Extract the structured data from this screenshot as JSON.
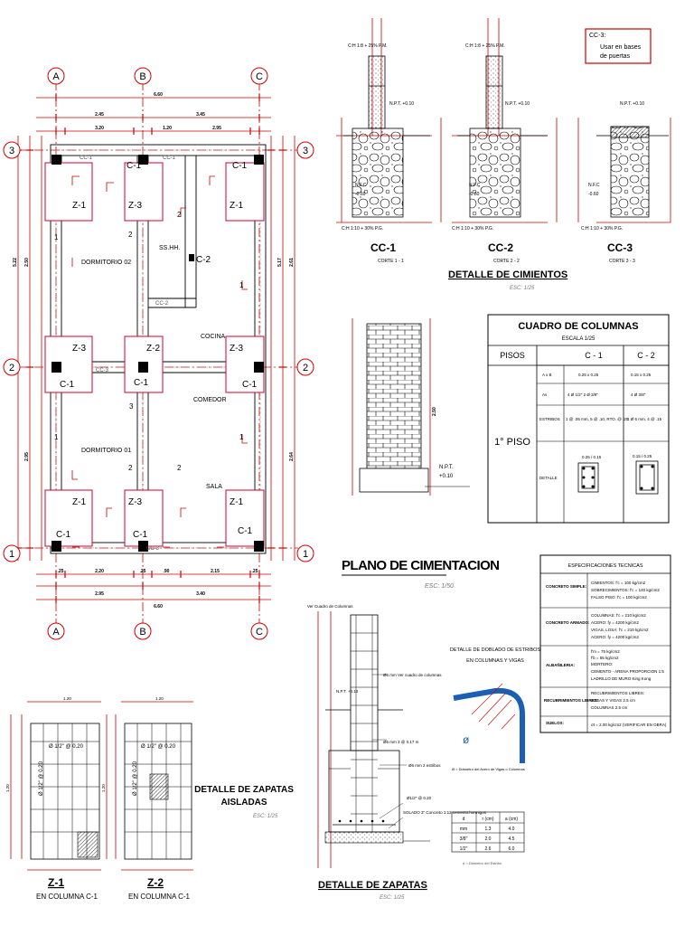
{
  "plan": {
    "title": "PLANO DE CIMENTACION",
    "scale": "ESC: 1/50",
    "axes_letters": [
      "A",
      "B",
      "C"
    ],
    "axes_numbers": [
      "3",
      "2",
      "1"
    ],
    "top_dims": {
      "total": "6.60",
      "left": "2.45",
      "right": "3.45",
      "sub": [
        "3.20",
        "1.20",
        "2.95"
      ]
    },
    "bottom_dims": {
      "sub": [
        ".25",
        "2.20",
        ".25",
        ".90",
        "2.15",
        ".25"
      ],
      "mid": [
        "2.95",
        "3.40"
      ],
      "total": "6.60"
    },
    "side_dims": {
      "left": [
        "5.22",
        "2.50",
        "2.95"
      ],
      "right": [
        "5.17",
        "2.61",
        "2.64"
      ]
    },
    "rooms": [
      "DORMITORIO 02",
      "SS.HH.",
      "COCINA",
      "COMEDOR",
      "DORMITORIO 01",
      "SALA"
    ],
    "footings": [
      "Z-1",
      "Z-3",
      "Z-1",
      "Z-3",
      "Z-2",
      "Z-3",
      "Z-1",
      "Z-3",
      "Z-1"
    ],
    "columns": [
      "C-1",
      "C-1",
      "C-1",
      "C-1",
      "C-1",
      "C-1",
      "C-1",
      "C-1",
      "C-2"
    ],
    "foundations": [
      "CC-1",
      "CC-1",
      "CC-2",
      "CC-3",
      "CC-3"
    ],
    "marks": [
      "1",
      "2",
      "3"
    ]
  },
  "cimientos": {
    "title": "DETALLE DE CIMIENTOS",
    "scale": "ESC: 1/25",
    "note_title": "CC-3:",
    "note_lines": [
      "Usar en bases",
      "de puertas"
    ],
    "sections": [
      {
        "name": "CC-1",
        "cut": "CORTE 1 - 1",
        "npt": "N.P.T. +0.10",
        "nfc": "N.F.C",
        "nfc_val": "-0.60",
        "mix_top": "C:H 1:8 + 25% P.M.",
        "mix_bot": "C:H 1:10 + 30% P.G."
      },
      {
        "name": "CC-2",
        "cut": "CORTE 2 - 2",
        "npt": "N.P.T. +0.10",
        "nfc": "N.F.C",
        "nfc_val": "-0.60",
        "mix_top": "C:H 1:8 + 25% P.M.",
        "mix_bot": "C:H 1:10 + 30% P.G."
      },
      {
        "name": "CC-3",
        "cut": "CORTE 3 - 3",
        "npt": "N.P.T. +0.10",
        "nfc": "N.F.C",
        "nfc_val": "-0.60",
        "mix_bot": "C:H 1:10 + 30% P.G."
      }
    ]
  },
  "muro": {
    "npt": "N.P.T.",
    "npt_val": "+0.10",
    "dim": "2.50"
  },
  "columnas": {
    "title": "CUADRO DE COLUMNAS",
    "scale": "ESCALA 1/25",
    "headers": [
      "PISOS",
      "C - 1",
      "C - 2"
    ],
    "piso": "1° PISO",
    "rows": [
      {
        "label": "A x B",
        "c1": "0.25 x 0.25",
        "c2": "0.15 x 0.25"
      },
      {
        "label": "As",
        "c1": "4 Ø 1/2\" 2 Ø 3/8\"",
        "c2": "4 Ø 3/8\""
      },
      {
        "label": "ESTRIBOS",
        "c1": "1 @ .05 mm, 5 @ .10, RTO. @ .20",
        "c2": "1 Ø 6 mm, 4 @ .15"
      },
      {
        "label": "DETALLE",
        "c1": "0.25 / 0.15",
        "c2": "0.15 / 0.25"
      }
    ]
  },
  "especificaciones": {
    "title": "ESPECIFICACIONES TECNICAS",
    "rows": [
      {
        "label": "CONCRETO SIMPLE:",
        "values": [
          "CIMIENTOS: f'c = 100 kg/cm2",
          "SOBRECIMIENTOS: f'c = 140 kg/cm2",
          "FALSO PISO: f'c = 100 kg/cm2"
        ]
      },
      {
        "label": "CONCRETO ARMADO:",
        "values": [
          "COLUMNAS: f'c = 210 kg/cm2",
          "ACERO: fy = 4200 kg/cm2",
          "VIGAS, LOSA: f'c = 210 kg/cm2",
          "ACERO: fy = 4200 kg/cm2"
        ]
      },
      {
        "label": "ALBAÑILERIA:",
        "values": [
          "f'm = 75 kg/cm2",
          "f'b = 55 kg/cm2",
          "MORTERO:",
          "CEMENTO - ARENA PROPORCION 1:5",
          "LADRILLO DE MURO King Kong"
        ]
      },
      {
        "label": "RECUBRIMIENTOS LIBRES:",
        "values": [
          "RECUBRIMIENTOS LIBRES:",
          "LOSAS Y VIGAS 2.5 cm",
          "COLUMNAS 2.5 cm"
        ]
      },
      {
        "label": "SUELOS:",
        "values": [
          "σt = 2.00 kg/cm2 (VERIFICAR EN OBRA)"
        ]
      }
    ]
  },
  "doblado": {
    "title1": "DETALLE DE DOBLADO DE ESTRIBOS",
    "title2": "EN COLUMNAS Y VIGAS",
    "note": "Ø = Diámetro del Acero de Vigas o Columnas",
    "table_headers": [
      "d",
      "r (cm)",
      "a (cm)"
    ],
    "table_rows": [
      [
        "mm",
        "1.3",
        "4.0"
      ],
      [
        "3/8\"",
        "2.0",
        "4.5"
      ],
      [
        "1/2\"",
        "2.6",
        "6.0"
      ]
    ],
    "footer": "d = Diámetro del Estribo"
  },
  "zapatas_detalle": {
    "title": "DETALLE DE ZAPATAS",
    "scale": "ESC: 1/25",
    "labels": [
      "Ver Cuadro de Columnas",
      "N.P.T. +0.10",
      "Ø6 mm Ver cuadro de columnas",
      "Ø6 mm 3 @ 0.17 m",
      "Ø6 mm 2 estribos",
      "Ø1/2\" @ 0.20",
      "SOLADO 3\" Concreto 1:12 cemento:hormigon"
    ]
  },
  "zapatas_aisladas": {
    "title1": "DETALLE DE ZAPATAS",
    "title2": "AISLADAS",
    "scale": "ESC: 1/25",
    "z1": {
      "name": "Z-1",
      "sub": "EN COLUMNA C-1",
      "bar_h": "Ø 1/2\" @ 0.20",
      "bar_v": "Ø 1/2\" @ 0.20",
      "width": "1.20",
      "height": "1.20"
    },
    "z2": {
      "name": "Z-2",
      "sub": "EN COLUMNA C-1",
      "bar_h": "Ø 1/2\" @ 0.20",
      "bar_v": "Ø 1/2\" @ 0.20",
      "width": "1.20",
      "height": "1.20"
    }
  }
}
